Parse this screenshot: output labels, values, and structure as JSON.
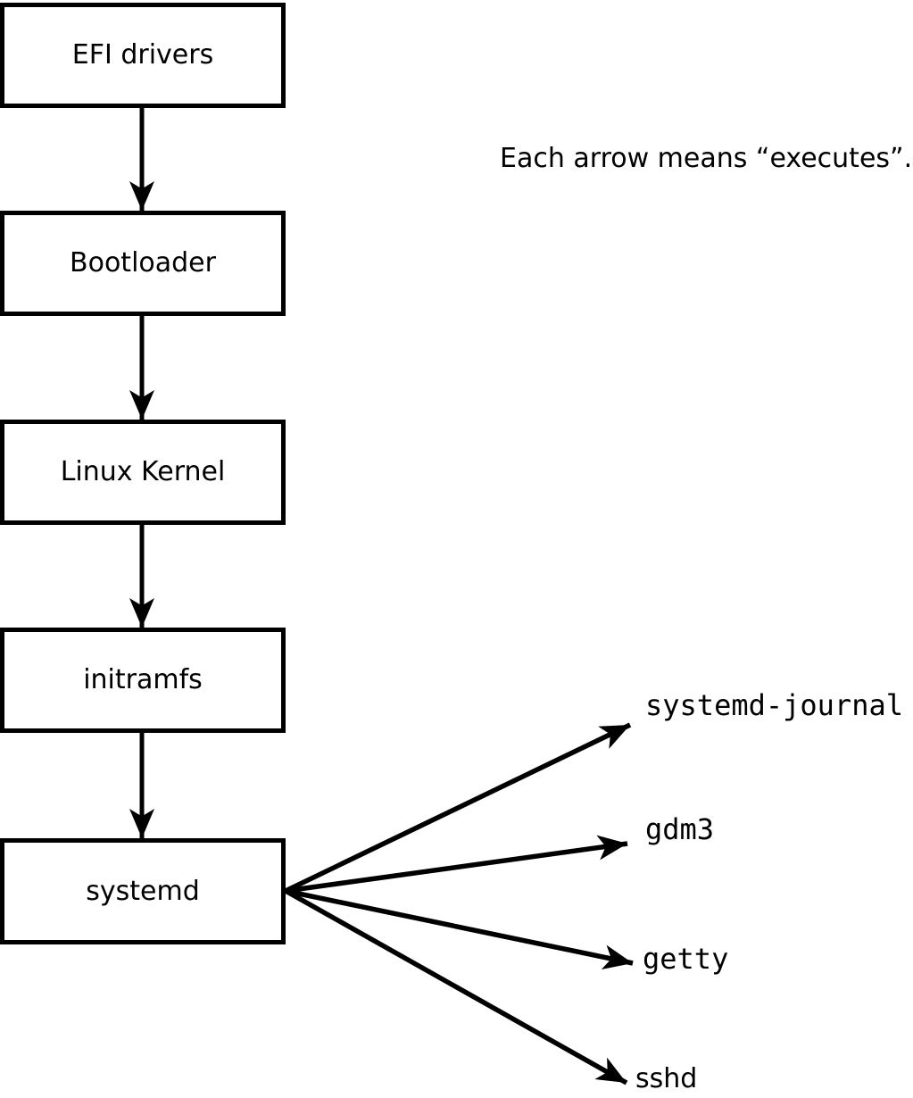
{
  "diagram": {
    "title_note": "Each arrow means “executes”.",
    "chain": [
      {
        "label": "EFI drivers"
      },
      {
        "label": "Bootloader"
      },
      {
        "label": "Linux Kernel"
      },
      {
        "label": "initramfs"
      },
      {
        "label": "systemd"
      }
    ],
    "spawned": [
      {
        "label": "systemd-journal"
      },
      {
        "label": "gdm3"
      },
      {
        "label": "getty"
      },
      {
        "label": "sshd"
      }
    ],
    "edges": [
      {
        "from": "EFI drivers",
        "to": "Bootloader",
        "relation": "executes"
      },
      {
        "from": "Bootloader",
        "to": "Linux Kernel",
        "relation": "executes"
      },
      {
        "from": "Linux Kernel",
        "to": "initramfs",
        "relation": "executes"
      },
      {
        "from": "initramfs",
        "to": "systemd",
        "relation": "executes"
      },
      {
        "from": "systemd",
        "to": "systemd-journal",
        "relation": "executes"
      },
      {
        "from": "systemd",
        "to": "gdm3",
        "relation": "executes"
      },
      {
        "from": "systemd",
        "to": "getty",
        "relation": "executes"
      },
      {
        "from": "systemd",
        "to": "sshd",
        "relation": "executes"
      }
    ],
    "colors": {
      "ink": "#000000",
      "background": "#ffffff"
    }
  }
}
